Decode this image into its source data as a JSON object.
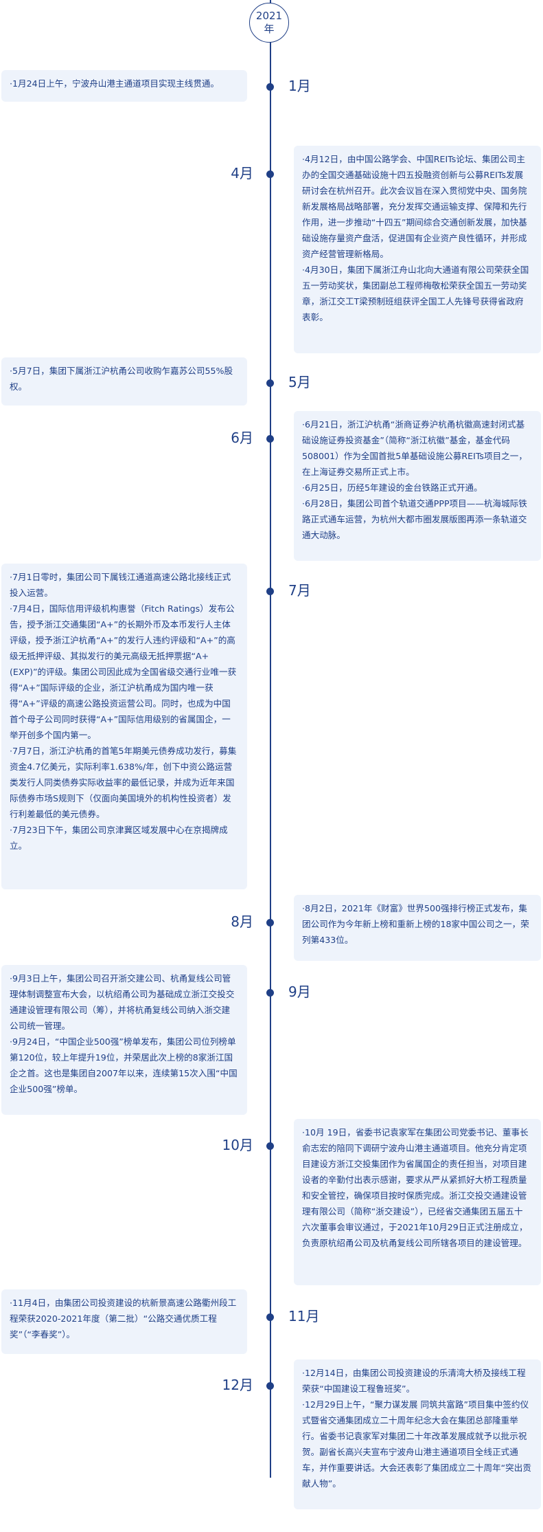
{
  "year": {
    "number": "2021",
    "suffix": "年"
  },
  "entries": [
    {
      "month": "1月",
      "items": [
        "·1月24日上午，宁波舟山港主通道项目实现主线贯通。"
      ]
    },
    {
      "month": "4月",
      "items": [
        "·4月12日，由中国公路学会、中国REITs论坛、集团公司主办的全国交通基础设施十四五投融资创新与公募REITs发展研讨会在杭州召开。此次会议旨在深入贯彻党中央、国务院新发展格局战略部署，充分发挥交通运输支撑、保障和先行作用，进一步推动“十四五”期间综合交通创新发展，加快基础设施存量资产盘活，促进国有企业资产良性循环，并形成资产经营管理新格局。",
        "·4月30日，集团下属浙江舟山北向大通道有限公司荣获全国五一劳动奖状，集团副总工程师梅敬松荣获全国五一劳动奖章，浙江交工T梁预制班组获评全国工人先锋号获得省政府表彰。"
      ]
    },
    {
      "month": "5月",
      "items": [
        "·5月7日，集团下属浙江沪杭甬公司收购乍嘉苏公司55%股权。"
      ]
    },
    {
      "month": "6月",
      "items": [
        "·6月21日，浙江沪杭甬“浙商证券沪杭甬杭徽高速封闭式基础设施证券投资基金”（简称“浙江杭徽”基金，基金代码508001）作为全国首批5单基础设施公募REITs项目之一，在上海证券交易所正式上市。",
        "·6月25日，历经5年建设的金台铁路正式开通。",
        "·6月28日，集团公司首个轨道交通PPP项目——杭海城际铁路正式通车运营，为杭州大都市圈发展版图再添一条轨道交通大动脉。"
      ]
    },
    {
      "month": "7月",
      "items": [
        "·7月1日零时，集团公司下属钱江通道高速公路北接线正式投入运营。",
        "·7月4日，国际信用评级机构惠誉（Fitch Ratings）发布公告，授予浙江交通集团“A+”的长期外币及本币发行人主体评级，授予浙江沪杭甬“A+”的发行人违约评级和“A+”的高级无抵押评级、其拟发行的美元高级无抵押票据“A+(EXP)”的评级。集团公司因此成为全国省级交通行业唯一获得“A+”国际评级的企业，浙江沪杭甬成为国内唯一获得“A+”评级的高速公路投资运营公司。同时，也成为中国首个母子公司同时获得“A+”国际信用级别的省属国企，一举开创多个国内第一。",
        "·7月7日，浙江沪杭甬的首笔5年期美元债券成功发行，募集资金4.7亿美元，实际利率1.638%/年，创下中资公路运营类发行人同类债券实际收益率的最低记录，并成为近年来国际债券市场S规则下（仅面向美国境外的机构性投资者）发行利差最低的美元债券。",
        "·7月23日下午，集团公司京津冀区域发展中心在京揭牌成立。"
      ]
    },
    {
      "month": "8月",
      "items": [
        "·8月2日，2021年《财富》世界500强排行榜正式发布，集团公司作为今年新上榜和重新上榜的18家中国公司之一，荣列第433位。"
      ]
    },
    {
      "month": "9月",
      "items": [
        "·9月3日上午，集团公司召开浙交建公司、杭甬复线公司管理体制调整宣布大会，以杭绍甬公司为基础成立浙江交投交通建设管理有限公司（筹），并将杭甬复线公司纳入浙交建公司统一管理。",
        "·9月24日，“中国企业500强”榜单发布，集团公司位列榜单第120位，较上年提升19位，并荣居此次上榜的8家浙江国企之首。这也是集团自2007年以来，连续第15次入围“中国企业500强”榜单。"
      ]
    },
    {
      "month": "10月",
      "items": [
        "·10月 19日，省委书记袁家军在集团公司党委书记、董事长俞志宏的陪同下调研宁波舟山港主通道项目。他充分肯定项目建设方浙江交投集团作为省属国企的责任担当，对项目建设者的辛勤付出表示感谢，要求从严从紧抓好大桥工程质量和安全管控，确保项目按时保质完成。浙江交投交通建设管理有限公司（简称“浙交建设”），已经省交通集团五届五十六次董事会审议通过，于2021年10月29日正式注册成立，负责原杭绍甬公司及杭甬复线公司所辖各项目的建设管理。"
      ]
    },
    {
      "month": "11月",
      "items": [
        "·11月4日，由集团公司投资建设的杭新景高速公路衢州段工程荣获2020-2021年度（第二批）“公路交通优质工程奖”（“李春奖”）。"
      ]
    },
    {
      "month": "12月",
      "items": [
        "·12月14日，由集团公司投资建设的乐清湾大桥及接线工程荣获“中国建设工程鲁班奖”。",
        "·12月29日上午，“聚力谋发展 同筑共富路”项目集中签约仪式暨省交通集团成立二十周年纪念大会在集团总部隆重举行。省委书记袁家军对集团二十年改革发展成就予以批示祝贺。副省长高兴夫宣布宁波舟山港主通道项目全线正式通车，并作重要讲话。大会还表彰了集团成立二十周年“突出贡献人物”。"
      ]
    }
  ]
}
